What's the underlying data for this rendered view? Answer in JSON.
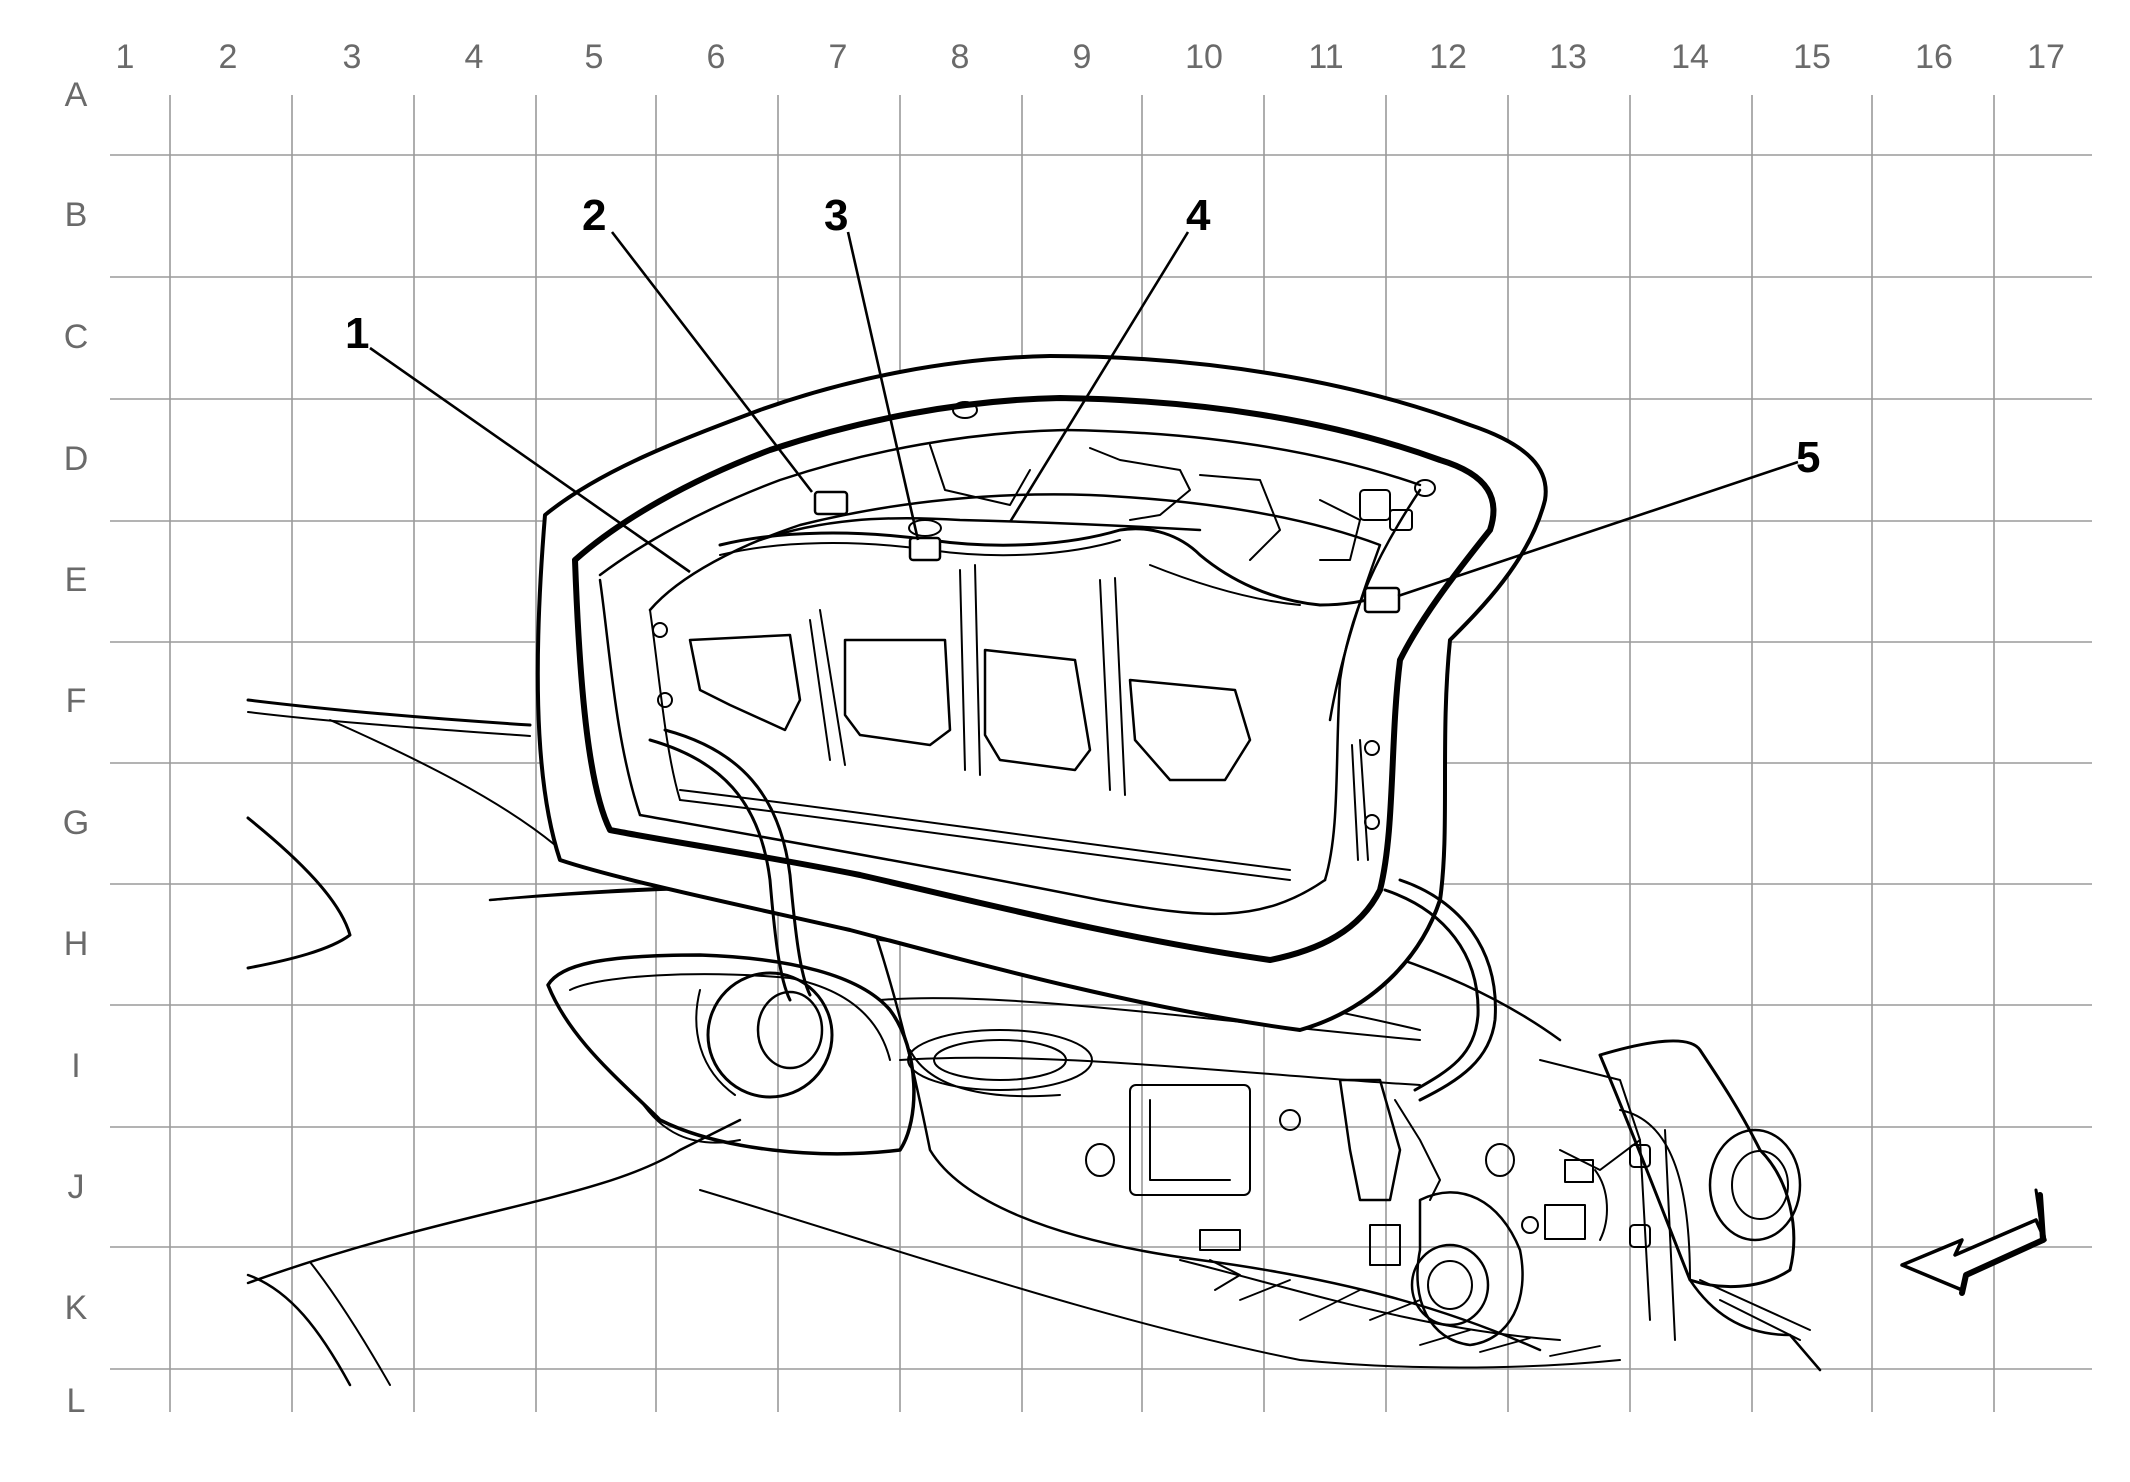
{
  "grid": {
    "columns": [
      "1",
      "2",
      "3",
      "4",
      "5",
      "6",
      "7",
      "8",
      "9",
      "10",
      "11",
      "12",
      "13",
      "14",
      "15",
      "16",
      "17"
    ],
    "rows": [
      "A",
      "B",
      "C",
      "D",
      "E",
      "F",
      "G",
      "H",
      "I",
      "J",
      "K",
      "L"
    ]
  },
  "callouts": [
    "1",
    "2",
    "3",
    "4",
    "5"
  ],
  "colors": {
    "ink": "#000000",
    "grid": "#9a9a9a",
    "labels": "#6a6a6a",
    "background": "#ffffff"
  },
  "icons": {
    "direction_arrow": "front-direction-arrow-icon"
  }
}
